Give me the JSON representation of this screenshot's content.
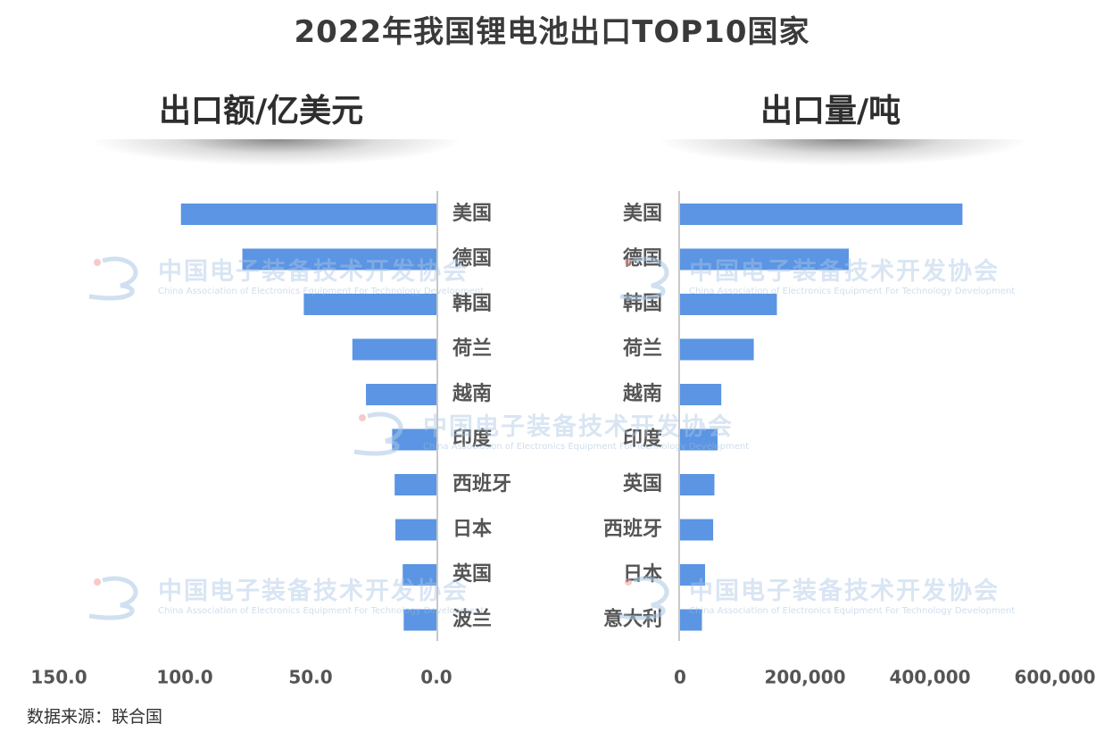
{
  "title": "2022年我国锂电池出口TOP10国家",
  "source": "数据来源：联合国",
  "watermark": {
    "name_cn": "中国电子装备技术开发协会",
    "name_en": "China Association of Electronics Equipment For Technology Development"
  },
  "colors": {
    "bar": "#5b95e3",
    "axis": "#c8c8c8",
    "text": "#555555"
  },
  "chart_data": [
    {
      "type": "bar",
      "orientation": "horizontal-reversed",
      "title": "出口额/亿美元",
      "categories": [
        "美国",
        "德国",
        "韩国",
        "荷兰",
        "越南",
        "印度",
        "西班牙",
        "日本",
        "英国",
        "波兰"
      ],
      "values": [
        101.5,
        77.1,
        52.7,
        33.4,
        28.0,
        17.6,
        16.6,
        16.3,
        13.4,
        13.0
      ],
      "xlim": [
        150,
        0
      ],
      "ticks": [
        "150.0",
        "100.0",
        "50.0",
        "0.0"
      ],
      "tick_values": [
        150,
        100,
        50,
        0
      ],
      "grid": false
    },
    {
      "type": "bar",
      "orientation": "horizontal",
      "title": "出口量/吨",
      "categories": [
        "美国",
        "德国",
        "韩国",
        "荷兰",
        "越南",
        "印度",
        "英国",
        "西班牙",
        "日本",
        "意大利"
      ],
      "values": [
        452000,
        270000,
        155000,
        118000,
        66000,
        60000,
        55000,
        53000,
        40000,
        35000
      ],
      "xlim": [
        0,
        600000
      ],
      "ticks": [
        "0",
        "200,000",
        "400,000",
        "600,000"
      ],
      "tick_values": [
        0,
        200000,
        400000,
        600000
      ],
      "grid": false
    }
  ]
}
